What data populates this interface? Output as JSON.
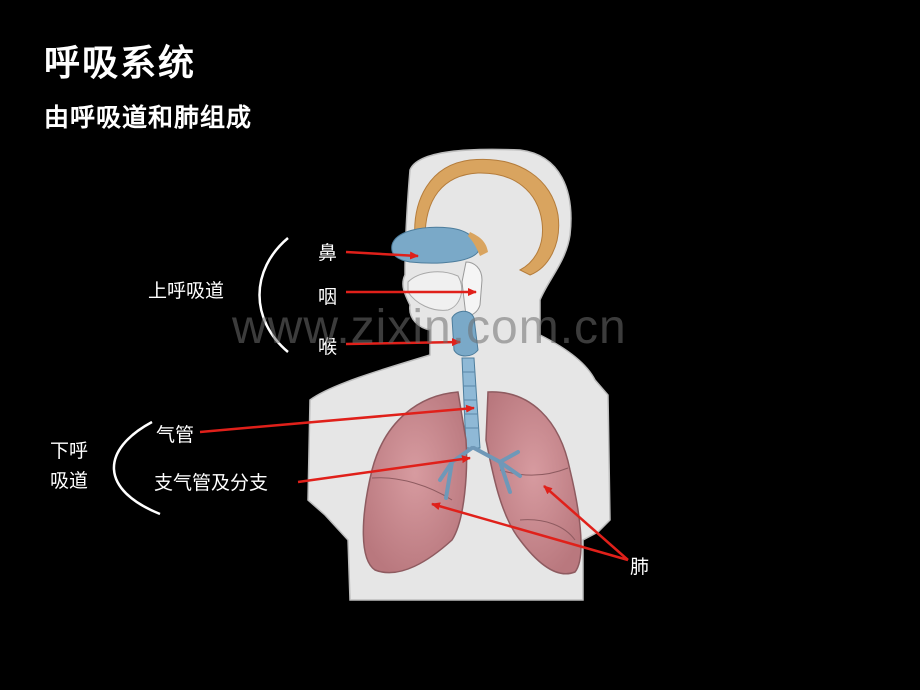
{
  "title": "呼吸系统",
  "subtitle": "由呼吸道和肺组成",
  "groups": {
    "upper": "上呼吸道",
    "lower_line1": "下呼",
    "lower_line2": "吸道"
  },
  "labels": {
    "nose": "鼻",
    "pharynx": "咽",
    "larynx": "喉",
    "trachea": "气管",
    "bronchi": "支气管及分支",
    "lungs": "肺"
  },
  "watermark": "www.zixin.com.cn",
  "colors": {
    "background": "#000000",
    "text": "#ffffff",
    "arrow": "#e0201a",
    "lung": "#c98a8f",
    "airway": "#7aa9c8",
    "skull": "#d9a45f",
    "body": "#e8e8e8"
  }
}
